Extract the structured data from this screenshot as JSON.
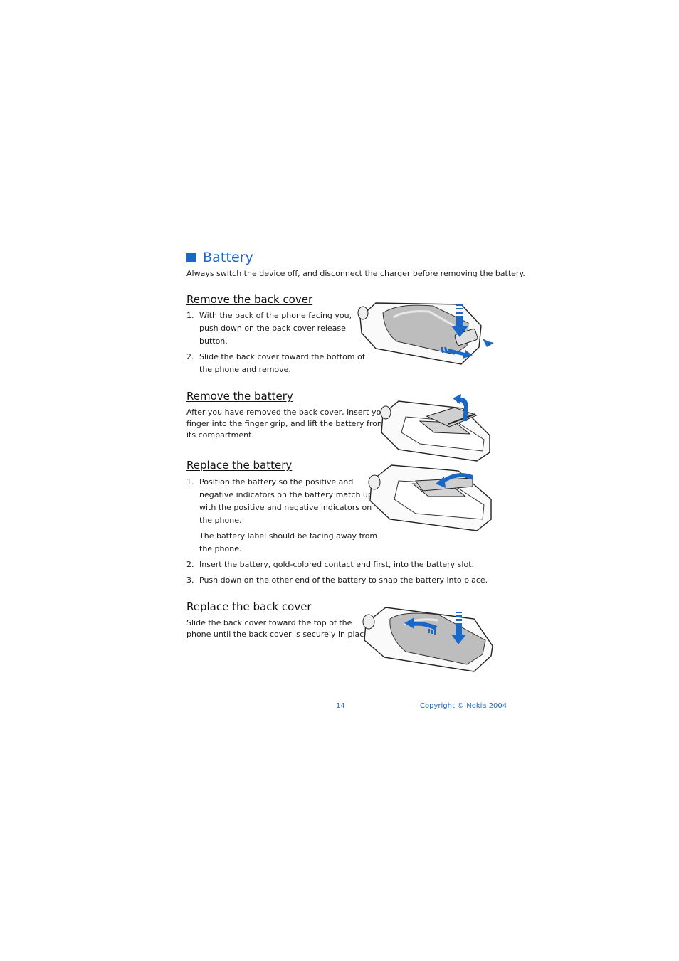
{
  "section": {
    "title": "Battery",
    "intro": "Always switch the device off, and disconnect the charger before removing the battery."
  },
  "remove_cover": {
    "heading": "Remove the back cover",
    "steps": [
      {
        "num": "1.",
        "lines": [
          "With the back of the phone facing you,",
          "push down on the back cover release",
          "button."
        ]
      },
      {
        "num": "2.",
        "lines": [
          "Slide the back cover toward the bottom of",
          "the phone and remove."
        ]
      }
    ]
  },
  "remove_battery": {
    "heading": "Remove the battery",
    "lines": [
      "After you have removed the back cover, insert your",
      "finger into the finger grip, and lift the battery from",
      "its compartment."
    ]
  },
  "replace_battery": {
    "heading": "Replace the battery",
    "steps": [
      {
        "num": "1.",
        "lines": [
          "Position the battery so the positive and",
          "negative indicators on the battery match up",
          "with the positive and negative indicators on",
          "the phone."
        ]
      },
      {
        "note_lines": [
          "The battery label should be facing away from",
          "the phone."
        ]
      },
      {
        "num": "2.",
        "lines": [
          "Insert the battery, gold-colored contact end first, into the battery slot."
        ]
      },
      {
        "num": "3.",
        "lines": [
          "Push down on the other end of the battery to snap the battery into place."
        ]
      }
    ]
  },
  "replace_cover": {
    "heading": "Replace the back cover",
    "lines": [
      "Slide the back cover toward the top of the",
      "phone until the back cover is securely in place."
    ]
  },
  "footer": {
    "page": "14",
    "copyright": "Copyright © Nokia 2004"
  },
  "colors": {
    "accent": "#1a67c7",
    "text": "#1a1a1a"
  }
}
